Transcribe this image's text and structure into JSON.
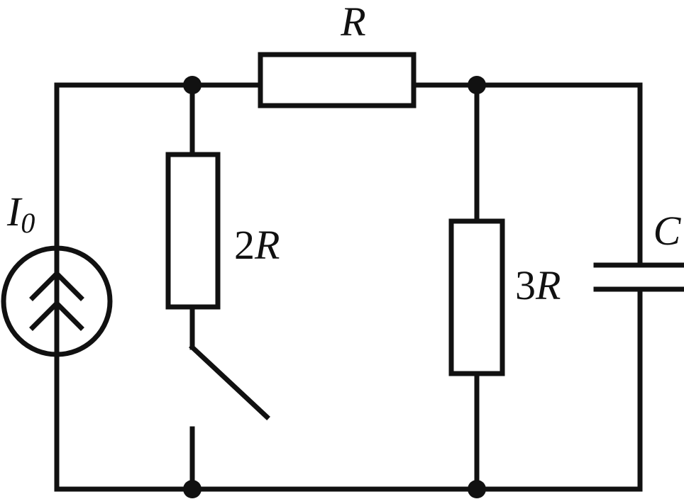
{
  "diagram": {
    "type": "circuit",
    "source": {
      "name": "I",
      "subscript": "0",
      "kind": "current-source"
    },
    "resistor_top": {
      "label": "R"
    },
    "resistor_left": {
      "coef": "2",
      "var": "R"
    },
    "resistor_right": {
      "coef": "3",
      "var": "R"
    },
    "capacitor": {
      "label": "C"
    },
    "switch": {
      "state": "open"
    }
  }
}
